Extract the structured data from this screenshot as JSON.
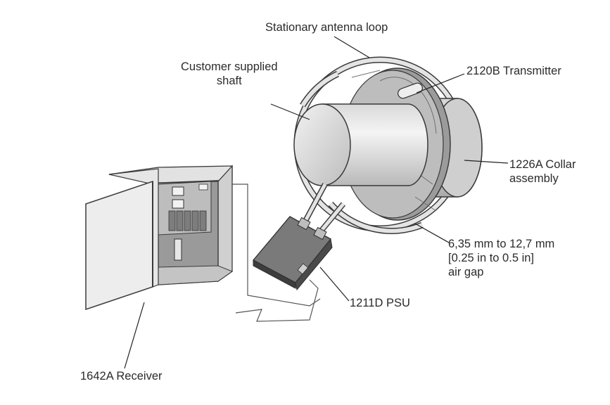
{
  "labels": {
    "antenna": "Stationary antenna loop",
    "shaft_line1": "Customer supplied",
    "shaft_line2": "shaft",
    "transmitter": "2120B Transmitter",
    "collar_line1": "1226A Collar",
    "collar_line2": "assembly",
    "gap_line1": "6,35 mm to 12,7 mm",
    "gap_line2": "[0.25 in to 0.5 in]",
    "gap_line3": "air gap",
    "psu": "1211D PSU",
    "receiver": "1642A Receiver"
  },
  "colors": {
    "outline": "#3a3a3a",
    "cylinder_light": "#ececec",
    "cylinder_mid": "#c9c9c9",
    "cylinder_dark": "#8e8e8e",
    "psu_body": "#5a5a5a",
    "leader": "#222222"
  },
  "icons": {
    "receiver_enclosure": "cabinet",
    "psu": "box",
    "transmitter": "disc-collar"
  }
}
